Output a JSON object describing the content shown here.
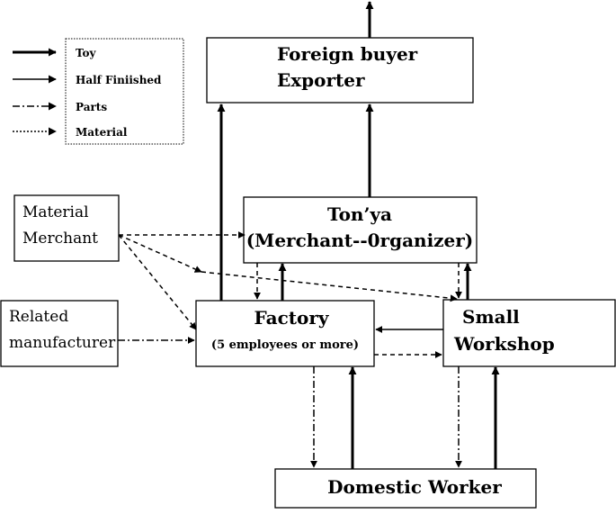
{
  "legend": {
    "items": [
      {
        "label": "Toy",
        "style": "thick-solid"
      },
      {
        "label": "Half Finiished",
        "style": "solid"
      },
      {
        "label": "Parts",
        "style": "dash-dot"
      },
      {
        "label": "Material",
        "style": "dotted"
      }
    ]
  },
  "nodes": {
    "foreign_buyer": {
      "line1": "Foreign buyer",
      "line2": "Exporter"
    },
    "tonya": {
      "line1": "Ton’ya",
      "line2": "(Merchant--0rganizer)"
    },
    "material_merchant": {
      "line1": "Material",
      "line2": "Merchant"
    },
    "related_manufacturer": {
      "line1": "Related",
      "line2": "manufacturer"
    },
    "factory": {
      "line1": "Factory",
      "line2": "(5 employees or more)"
    },
    "small_workshop": {
      "line1": "Small",
      "line2": "Workshop"
    },
    "domestic_worker": {
      "line1": "Domestic Worker"
    }
  },
  "colors": {
    "ink": "#000000",
    "background": "#ffffff"
  }
}
